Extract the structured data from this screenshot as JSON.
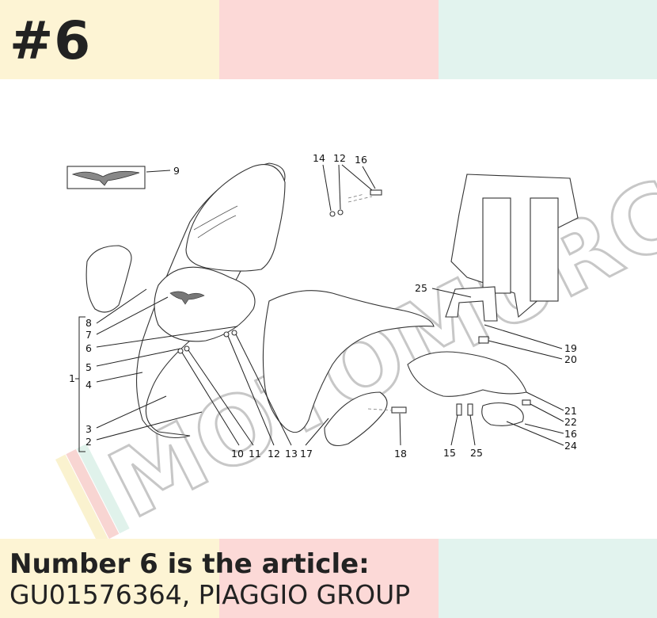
{
  "header": {
    "number": "#6"
  },
  "caption": {
    "line1": "Number 6 is the article:",
    "line2": "GU01576364, PIAGGIO GROUP"
  },
  "watermark": {
    "text": "MOTOMURCIA"
  },
  "colors": {
    "yellow": "#fdf4d4",
    "pink": "#fcd9d7",
    "mint": "#e2f3ee",
    "ink": "#222222"
  },
  "labels": {
    "l1": "1",
    "l2": "2",
    "l3": "3",
    "l4": "4",
    "l5": "5",
    "l6": "6",
    "l7": "7",
    "l8": "8",
    "l9": "9",
    "l10": "10",
    "l11": "11",
    "l12a": "12",
    "l12b": "12",
    "l13": "13",
    "l14": "14",
    "l15": "15",
    "l16a": "16",
    "l16b": "16",
    "l17": "17",
    "l18": "18",
    "l19": "19",
    "l20": "20",
    "l21": "21",
    "l22": "22",
    "l24": "24",
    "l25a": "25",
    "l25b": "25"
  }
}
